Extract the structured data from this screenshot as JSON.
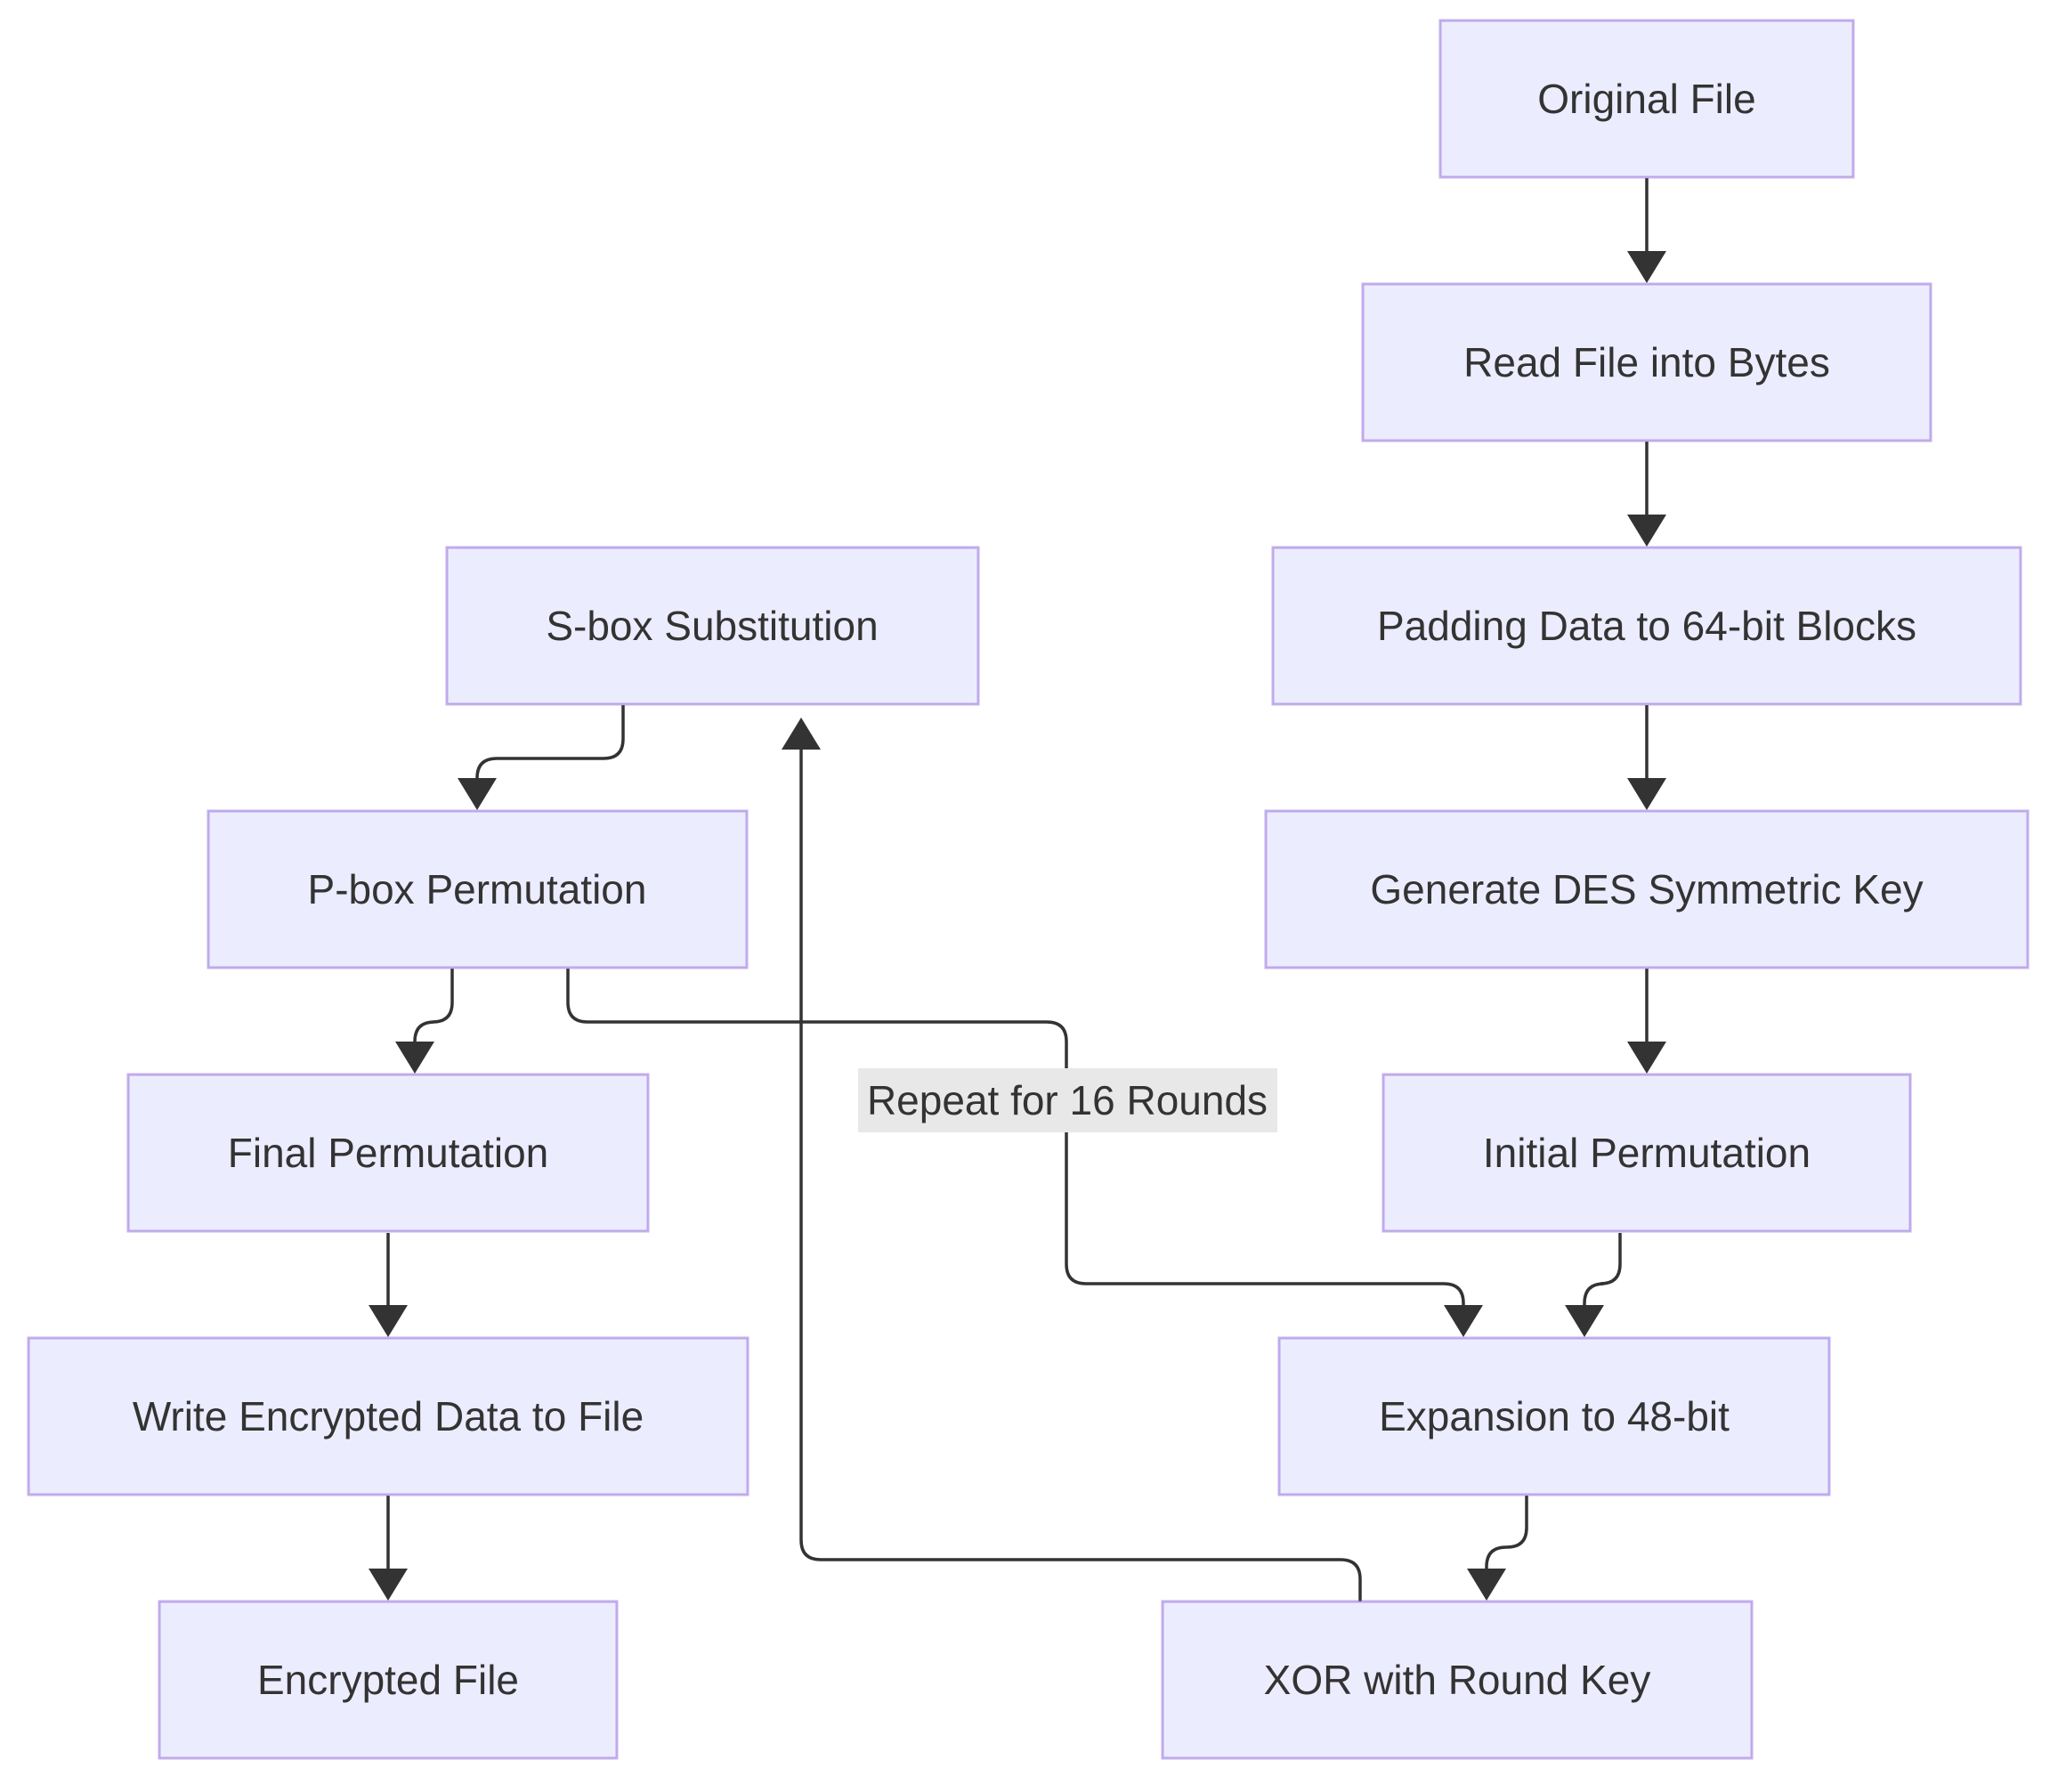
{
  "nodes": {
    "original_file": "Original File",
    "read_file": "Read File into Bytes",
    "padding": "Padding Data to 64-bit Blocks",
    "generate_key": "Generate DES Symmetric Key",
    "initial_perm": "Initial Permutation",
    "expansion": "Expansion to 48-bit",
    "xor_round": "XOR with Round Key",
    "sbox": "S-box Substitution",
    "pbox": "P-box Permutation",
    "final_perm": "Final Permutation",
    "write_encrypted": "Write Encrypted Data to File",
    "encrypted_file": "Encrypted File"
  },
  "edge_labels": {
    "repeat": "Repeat for 16 Rounds"
  },
  "edges": [
    {
      "from": "original_file",
      "to": "read_file"
    },
    {
      "from": "read_file",
      "to": "padding"
    },
    {
      "from": "padding",
      "to": "generate_key"
    },
    {
      "from": "generate_key",
      "to": "initial_perm"
    },
    {
      "from": "initial_perm",
      "to": "expansion"
    },
    {
      "from": "expansion",
      "to": "xor_round"
    },
    {
      "from": "xor_round",
      "to": "sbox"
    },
    {
      "from": "sbox",
      "to": "pbox"
    },
    {
      "from": "pbox",
      "to": "expansion",
      "label": "repeat"
    },
    {
      "from": "pbox",
      "to": "final_perm"
    },
    {
      "from": "final_perm",
      "to": "write_encrypted"
    },
    {
      "from": "write_encrypted",
      "to": "encrypted_file"
    }
  ],
  "colors": {
    "node_fill": "#ECECFF",
    "node_stroke": "#9370DB",
    "edge": "#333333",
    "label_bg": "#E8E8E8",
    "text": "#333333"
  }
}
